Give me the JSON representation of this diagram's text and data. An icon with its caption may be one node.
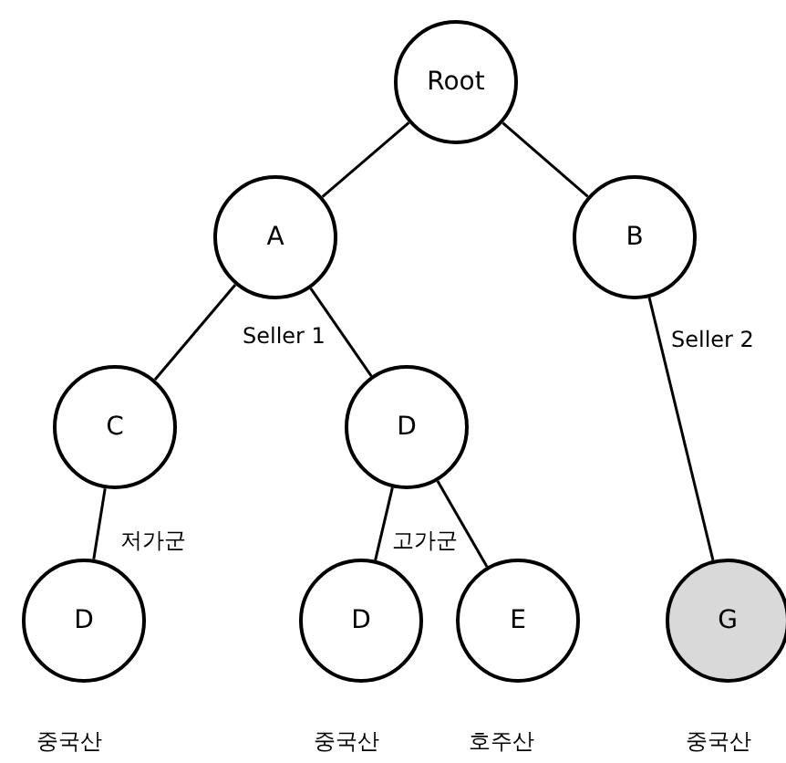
{
  "diagram": {
    "nodes": [
      {
        "text": [
          "Root"
        ]
      },
      {
        "text": [
          "A"
        ],
        "beside": [
          "Seller 1"
        ]
      },
      {
        "text": [
          "B"
        ],
        "beside": [
          "Seller 2"
        ]
      },
      {
        "text": [
          "C"
        ]
      },
      {
        "text": [
          "D"
        ]
      },
      {
        "text": [
          "D"
        ],
        "beside": [
          "중국산"
        ]
      },
      {
        "text": [
          "D"
        ],
        "beside": [
          "중국산"
        ]
      },
      {
        "text": [
          "E"
        ],
        "beside": [
          "호주산"
        ]
      },
      {
        "text": [
          "G"
        ],
        "beside": [
          "중국산"
        ]
      }
    ],
    "edges": [
      {
        "from": 0,
        "to": 1,
        "arrow": "none"
      },
      {
        "from": 0,
        "to": 2,
        "arrow": "none"
      },
      {
        "from": 1,
        "to": 3,
        "arrow": "none"
      },
      {
        "from": 1,
        "to": 4,
        "arrow": "none"
      },
      {
        "from": 2,
        "to": 8,
        "arrow": "none"
      },
      {
        "from": 3,
        "to": 5,
        "arrow": "none"
      },
      {
        "from": 4,
        "to": 6,
        "arrow": "none"
      },
      {
        "from": 4,
        "to": 7,
        "arrow": "none"
      }
    ],
    "labels": [
      "저가군",
      "고가군"
    ]
  }
}
